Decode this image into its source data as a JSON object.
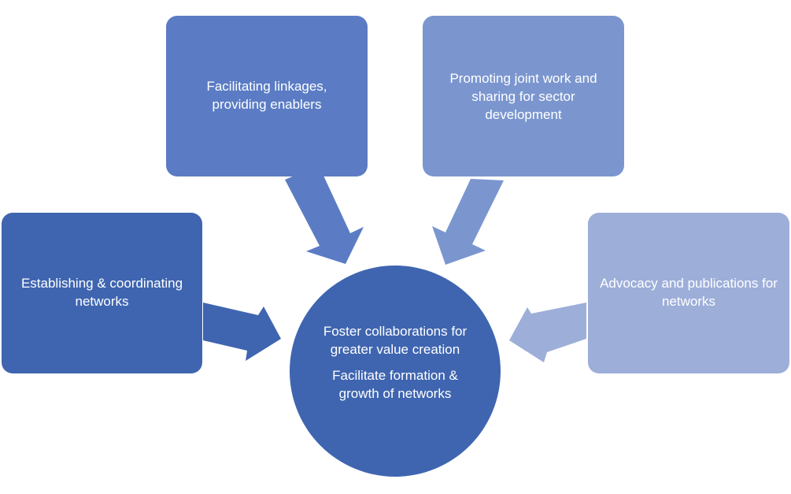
{
  "boxes": {
    "top_left": "Facilitating linkages, providing enablers",
    "top_right": "Promoting joint work and sharing for sector development",
    "left": "Establishing & coordinating networks",
    "right": "Advocacy and publications for networks"
  },
  "center": {
    "line1": "Foster collaborations for greater value creation",
    "line2": "Facilitate formation & growth of networks"
  },
  "colors": {
    "dark_blue": "#3f65b0",
    "mid_blue": "#5b7cc4",
    "light_blue": "#7b96cf",
    "pale_blue": "#9daed9"
  }
}
